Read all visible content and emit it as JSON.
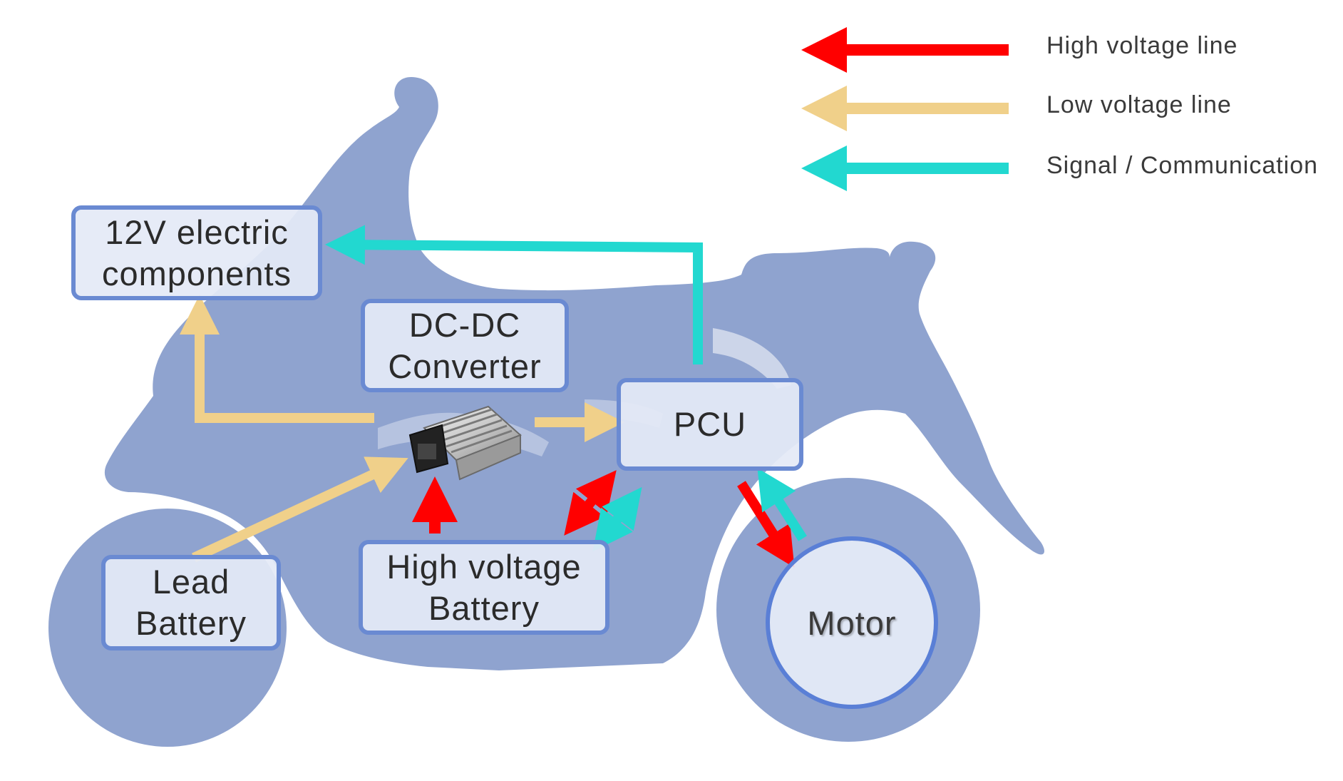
{
  "legend": [
    {
      "label": "High voltage line",
      "color": "#ff0000"
    },
    {
      "label": "Low voltage line",
      "color": "#f0d08a"
    },
    {
      "label": "Signal /  Communication",
      "color": "#22d8d0"
    }
  ],
  "nodes": {
    "components_12v": {
      "label": "12V electric\ncomponents"
    },
    "dcdc": {
      "label": "DC-DC\nConverter"
    },
    "pcu": {
      "label": "PCU"
    },
    "lead_battery": {
      "label": "Lead\nBattery"
    },
    "hv_battery": {
      "label": "High voltage\nBattery"
    },
    "motor": {
      "label": "Motor"
    }
  },
  "connections": [
    {
      "from": "Lead Battery",
      "to": "DC-DC Converter",
      "type": "Low voltage line"
    },
    {
      "from": "DC-DC Converter",
      "to": "12V electric components",
      "type": "Low voltage line"
    },
    {
      "from": "DC-DC Converter",
      "to": "PCU",
      "type": "Low voltage line"
    },
    {
      "from": "High voltage Battery",
      "to": "DC-DC Converter",
      "type": "High voltage line"
    },
    {
      "from": "High voltage Battery",
      "to": "PCU",
      "type": "High voltage line",
      "bidirectional": true
    },
    {
      "from": "High voltage Battery",
      "to": "PCU",
      "type": "Signal /  Communication",
      "bidirectional": true
    },
    {
      "from": "PCU",
      "to": "12V electric components",
      "type": "Signal /  Communication"
    },
    {
      "from": "PCU",
      "to": "Motor",
      "type": "High voltage line"
    },
    {
      "from": "Motor",
      "to": "PCU",
      "type": "Signal /  Communication"
    }
  ],
  "colors": {
    "scooter_silhouette": "#8fa3cf",
    "box_border": "#6a8ad2",
    "box_fill": "#e4e9f6",
    "high_voltage": "#ff0000",
    "low_voltage": "#f0d08a",
    "signal": "#22d8d0"
  }
}
